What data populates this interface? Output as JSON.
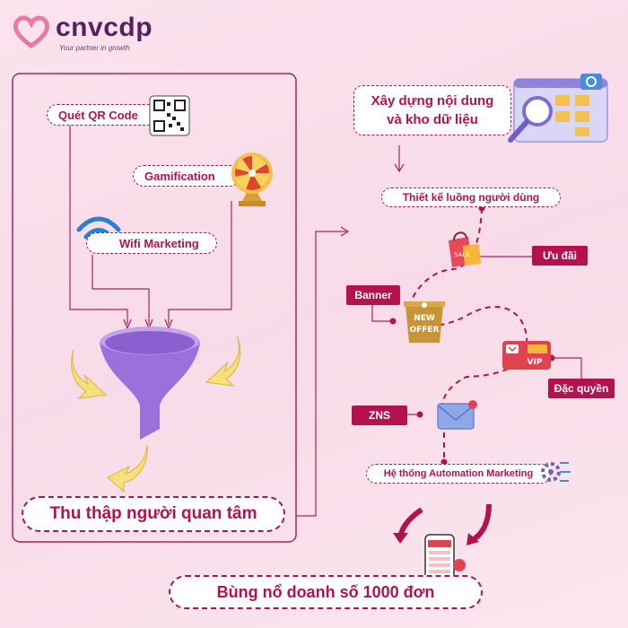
{
  "brand": {
    "name": "cnvcdp",
    "tagline": "Your partner in growth"
  },
  "left_panel": {
    "items": [
      "Quét QR Code",
      "Gamification",
      "Wifi Marketing"
    ],
    "footer": "Thu thập người quan tâm"
  },
  "right_panel": {
    "content_box_line1": "Xây dựng nội dung",
    "content_box_line2": "và kho dữ liệu",
    "user_flow": "Thiết kế luồng người dùng",
    "offer": "Ưu đãi",
    "banner": "Banner",
    "new_offer_line1": "NEW",
    "new_offer_line2": "OFFER",
    "vip": "VIP",
    "exclusive": "Đặc quyền",
    "zns": "ZNS",
    "automation": "Hệ thống Automation Marketing",
    "result": "Bùng nổ doanh số 1000 đơn"
  },
  "colors": {
    "accent": "#b3124e",
    "brand": "#5a1f5c",
    "funnel": "#a57ce0",
    "arrow": "#f5e17a"
  }
}
